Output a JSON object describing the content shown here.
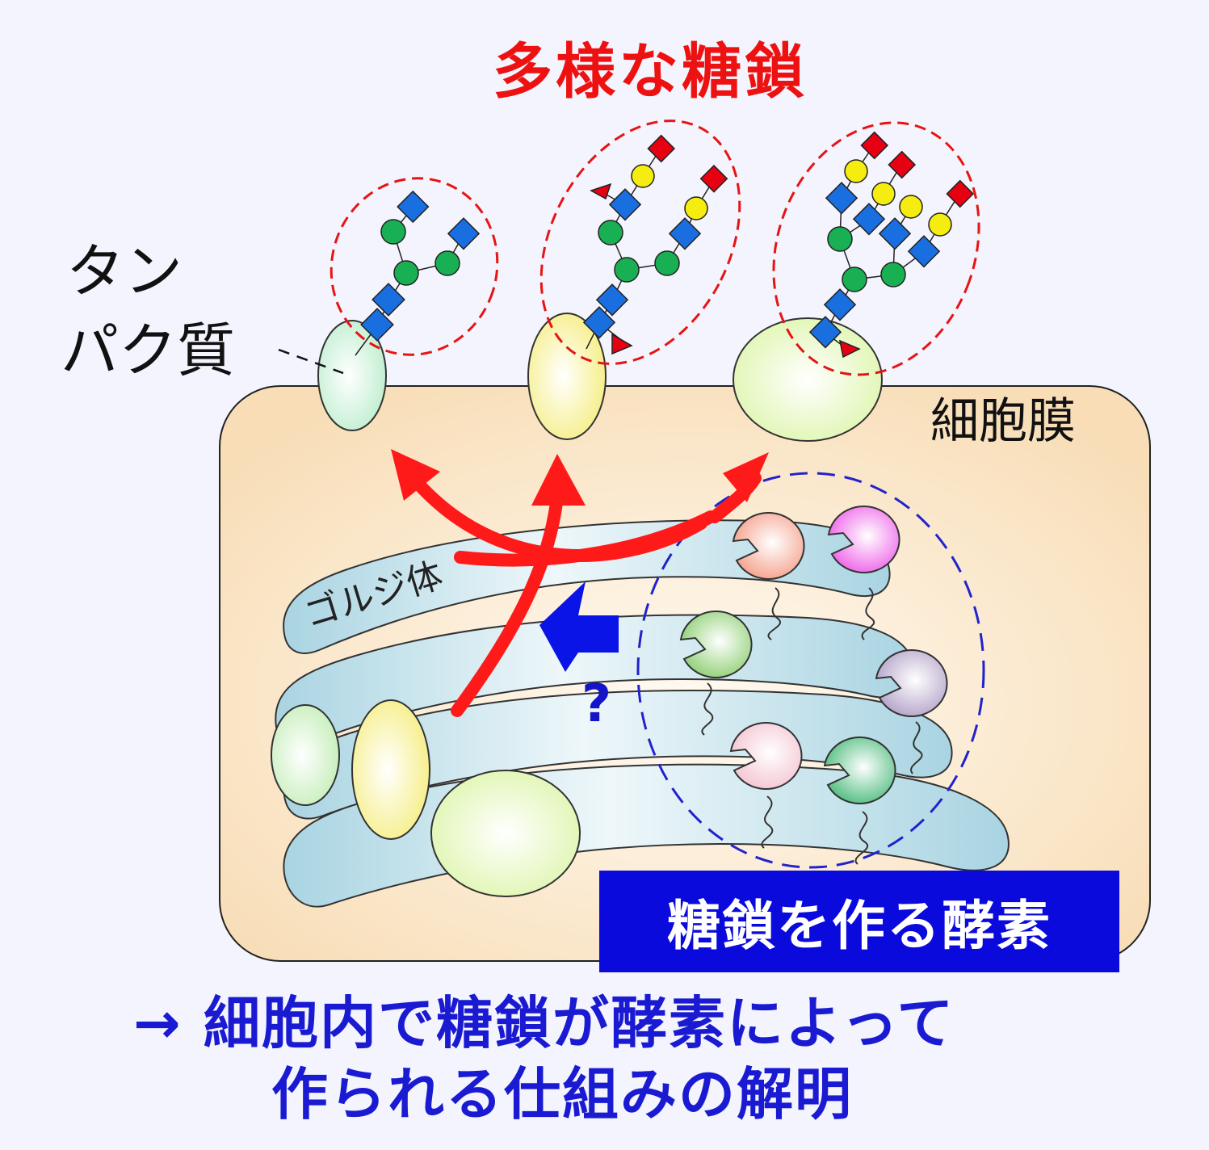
{
  "labels": {
    "title": "多様な糖鎖",
    "protein_line1": "タン",
    "protein_line2": "パク質",
    "membrane": "細胞膜",
    "golgi": "ゴルジ体",
    "question": "?",
    "enzyme": "糖鎖を作る酵素",
    "conclusion_line1": "→ 細胞内で糖鎖が酵素によって",
    "conclusion_line2": "作られる仕組みの解明"
  },
  "colors": {
    "background": "#f3f4fd",
    "title_red": "#ee1111",
    "conclusion_blue": "#1a1ad2",
    "enzyme_box": "#0a0add",
    "glycan_blue_square": "#1a6fe0",
    "glycan_green_circle": "#19b054",
    "glycan_yellow_circle": "#f5ec10",
    "glycan_red_square": "#e60012",
    "glycan_red_triangle": "#e60012",
    "arrow_red": "#ff1a1a",
    "arrow_blue": "#0a14e6"
  }
}
